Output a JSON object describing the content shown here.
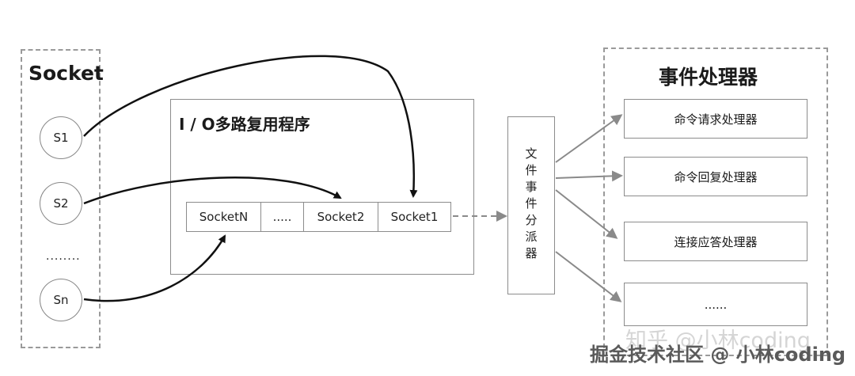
{
  "socket_panel": {
    "title": "Socket",
    "items": [
      "S1",
      "S2",
      "........",
      "Sn"
    ]
  },
  "io_panel": {
    "title": "I / O多路复用程序",
    "queue": [
      "SocketN",
      ".....",
      "Socket2",
      "Socket1"
    ]
  },
  "dispatcher": {
    "label": "文件事件分派器"
  },
  "handlers_panel": {
    "title": "事件处理器",
    "items": [
      "命令请求处理器",
      "命令回复处理器",
      "连接应答处理器",
      "......"
    ]
  },
  "watermarks": {
    "zhihu": "知乎 @小林coding",
    "juejin": "掘金技术社区 @ 小林coding"
  },
  "colors": {
    "dashed_border": "#9a9a9a",
    "box_border": "#8c8c8c",
    "arrow_dark": "#111111",
    "arrow_gray": "#8a8a8a"
  }
}
